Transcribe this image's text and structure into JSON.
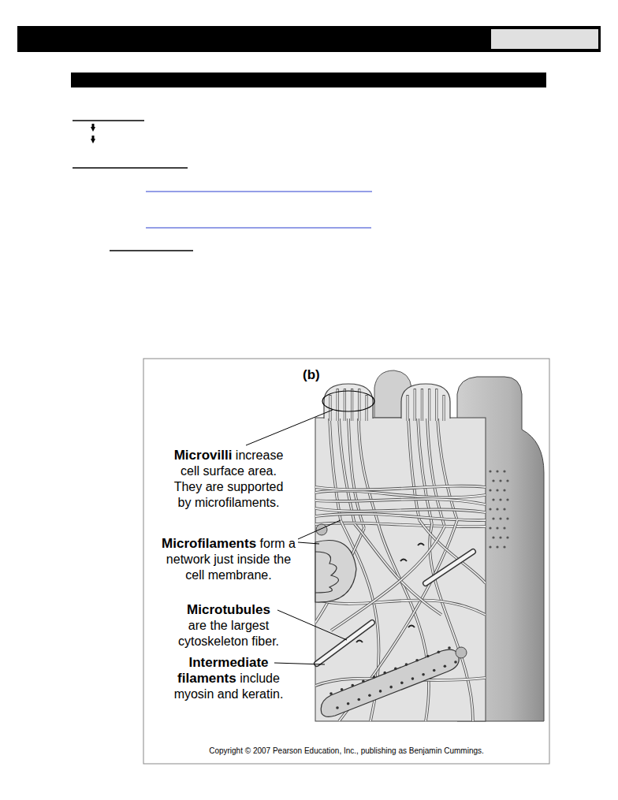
{
  "diagram": {
    "labels": [
      "(b)",
      "Microvilli",
      "increase cell surface area. They are supported by microfilaments.",
      "Microfilaments",
      "form a network just inside the cell membrane.",
      "Microtubules",
      "are the largest cytoskeleton fiber.",
      "Intermediate filaments",
      "include myosin and keratin.",
      "Copyright © 2007 Pearson Education, Inc., publishing as Benjamin Cummings."
    ]
  }
}
